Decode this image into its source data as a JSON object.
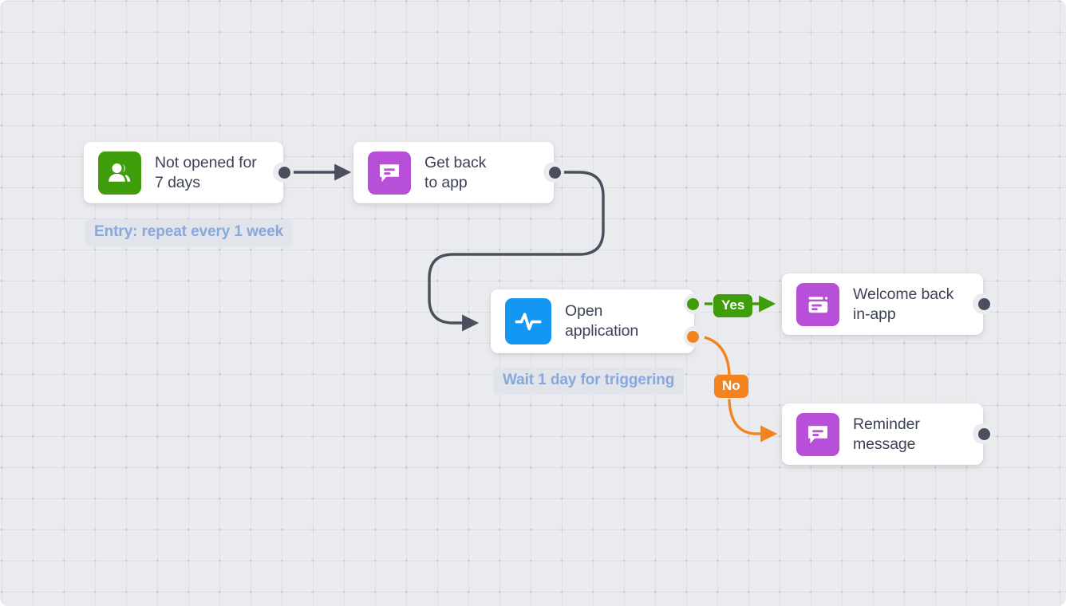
{
  "canvas": {
    "background_color": "#eaebee",
    "grid": true
  },
  "nodes": [
    {
      "id": "not-opened",
      "label": "Not opened for\n7 days",
      "icon": "users-icon",
      "icon_color": "#3f9c0a",
      "type": "trigger"
    },
    {
      "id": "get-back-to-app",
      "label": "Get back\nto app",
      "icon": "chat-message-icon",
      "icon_color": "#b74fd8",
      "type": "campaign"
    },
    {
      "id": "open-application",
      "label": "Open\napplication",
      "icon": "activity-pulse-icon",
      "icon_color": "#1397f2",
      "type": "condition"
    },
    {
      "id": "welcome-back-in-app",
      "label": "Welcome back\nin-app",
      "icon": "in-app-message-icon",
      "icon_color": "#b74fd8",
      "type": "message"
    },
    {
      "id": "reminder-message",
      "label": "Reminder\nmessage",
      "icon": "chat-message-icon",
      "icon_color": "#b74fd8",
      "type": "message"
    }
  ],
  "labels": {
    "entry": "Entry: repeat every 1 week",
    "wait": "Wait 1 day for triggering"
  },
  "branches": {
    "yes": "Yes",
    "no": "No"
  },
  "colors": {
    "yes_green": "#3f9c0a",
    "no_orange": "#f28420",
    "edge_dark": "#4a4f5e",
    "pill_text": "#86a8dc",
    "pill_bg": "#e1e4ea",
    "node_text": "#3c4257"
  }
}
